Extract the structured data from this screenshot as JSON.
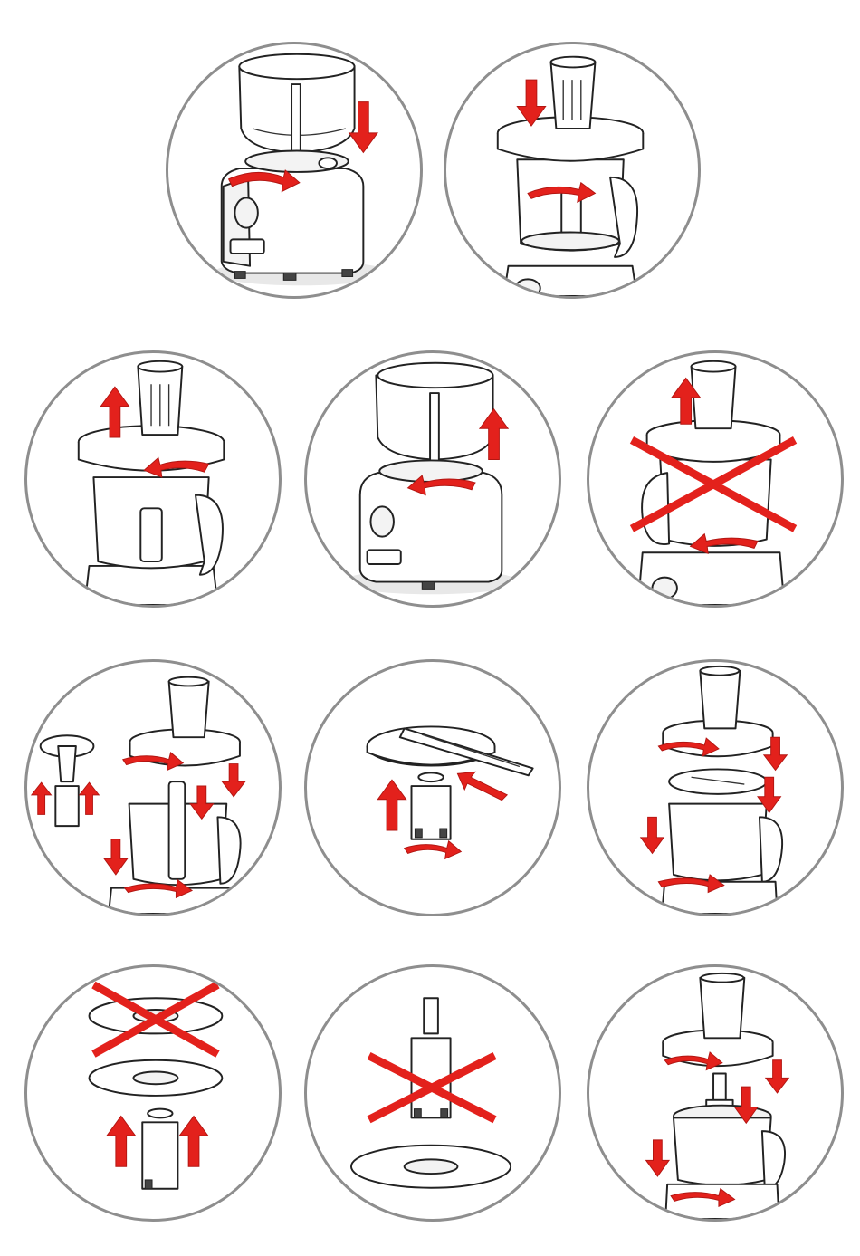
{
  "page": {
    "background": "#ffffff"
  },
  "colors": {
    "arrow": "#e3211c",
    "outline": "#222222",
    "panel_border": "#8e8e8e"
  },
  "steps": [
    {
      "id": "step-1",
      "icons": [
        "bowl-icon",
        "motor-base-icon",
        "arrow-down-icon",
        "rotate-arrow-icon"
      ]
    },
    {
      "id": "step-2",
      "icons": [
        "feed-tube-lid-icon",
        "bowl-icon",
        "arrow-down-icon",
        "rotate-arrow-icon"
      ]
    },
    {
      "id": "step-3",
      "icons": [
        "feed-tube-lid-icon",
        "bowl-icon",
        "arrow-up-icon",
        "rotate-arrow-icon"
      ]
    },
    {
      "id": "step-4",
      "icons": [
        "bowl-icon",
        "motor-base-icon",
        "arrow-up-icon",
        "rotate-arrow-icon"
      ]
    },
    {
      "id": "step-5",
      "icons": [
        "feed-tube-lid-icon",
        "bowl-icon",
        "prohibited-cross-icon"
      ]
    },
    {
      "id": "step-6",
      "icons": [
        "blade-holder-icon",
        "feed-tube-lid-icon",
        "bowl-icon",
        "arrow-down-icon"
      ]
    },
    {
      "id": "step-7",
      "icons": [
        "slicing-disc-icon",
        "disc-holder-icon",
        "arrow-up-icon"
      ]
    },
    {
      "id": "step-8",
      "icons": [
        "feed-tube-lid-icon",
        "slicing-disc-icon",
        "bowl-icon",
        "arrow-down-icon"
      ]
    },
    {
      "id": "step-9",
      "icons": [
        "emulsifying-disc-icon",
        "disc-holder-icon",
        "prohibited-cross-icon"
      ]
    },
    {
      "id": "step-10",
      "icons": [
        "disc-holder-icon",
        "emulsifying-disc-icon",
        "prohibited-cross-icon"
      ]
    },
    {
      "id": "step-11",
      "icons": [
        "feed-tube-lid-icon",
        "disc-holder-icon",
        "bowl-icon",
        "arrow-down-icon"
      ]
    }
  ]
}
